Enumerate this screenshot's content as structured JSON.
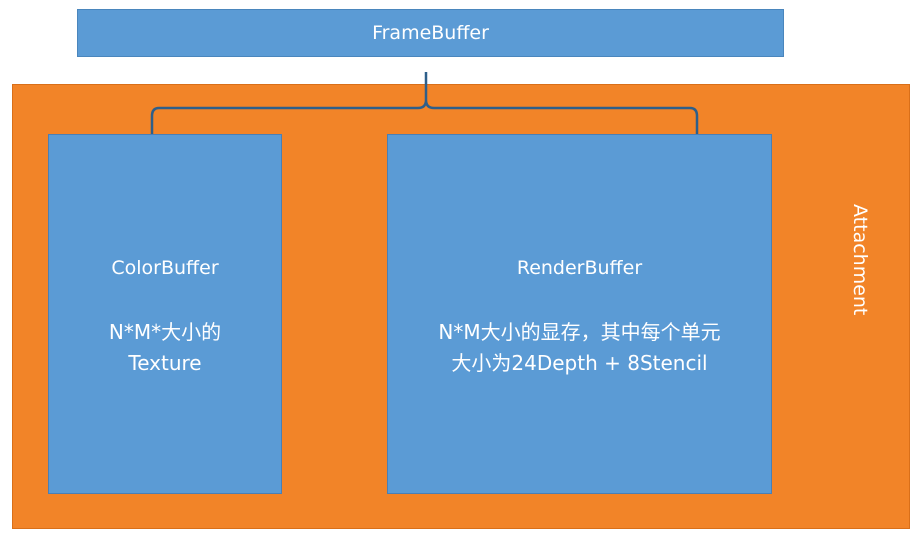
{
  "framebuffer": {
    "label": "FrameBuffer"
  },
  "attachment": {
    "label": "Attachment"
  },
  "color_buffer": {
    "title": "ColorBuffer",
    "desc_line1": "N*M*大小的",
    "desc_line2": "Texture"
  },
  "render_buffer": {
    "title": "RenderBuffer",
    "desc_line1": "N*M大小的显存，其中每个单元",
    "desc_line2": "大小为24Depth + 8Stencil"
  },
  "colors": {
    "blue": "#5b9bd5",
    "orange": "#f28428",
    "connector": "#2e5f8a"
  }
}
